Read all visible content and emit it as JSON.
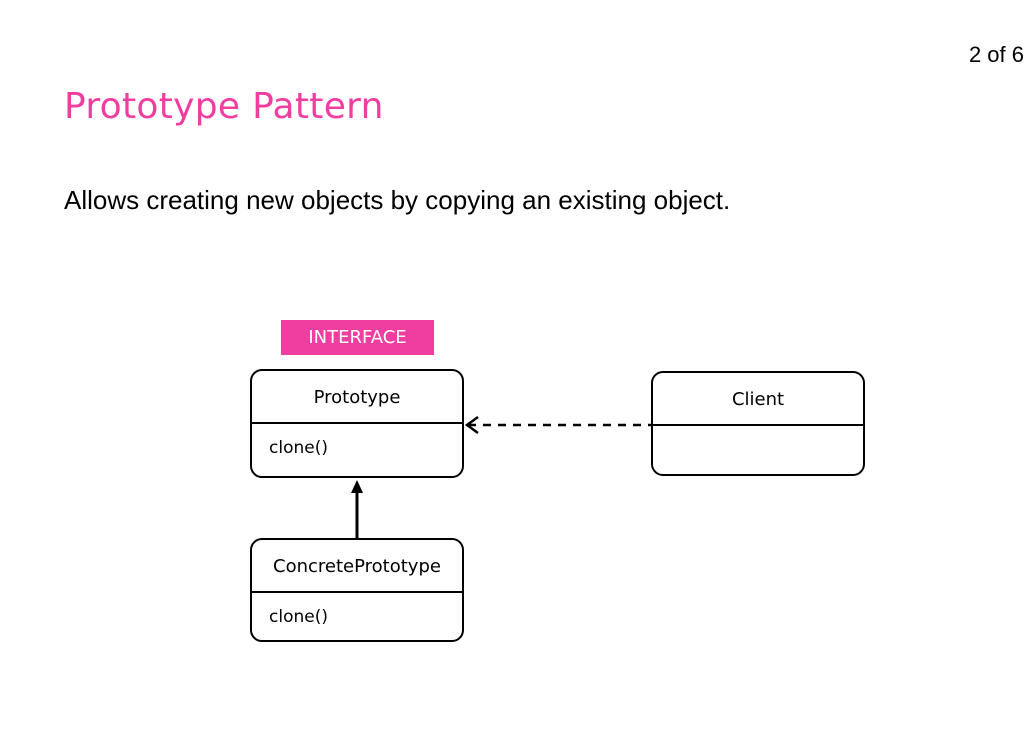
{
  "header": {
    "page_number": "2 of 6"
  },
  "slide": {
    "title": "Prototype Pattern",
    "description": "Allows creating new objects by copying an existing object."
  },
  "diagram": {
    "stereotype_label": "INTERFACE",
    "prototype": {
      "name": "Prototype",
      "method": "clone()"
    },
    "concrete_prototype": {
      "name": "ConcretePrototype",
      "method": "clone()"
    },
    "client": {
      "name": "Client",
      "method": ""
    }
  },
  "colors": {
    "accent": "#f03ea0",
    "text": "#000000",
    "background": "#ffffff"
  }
}
